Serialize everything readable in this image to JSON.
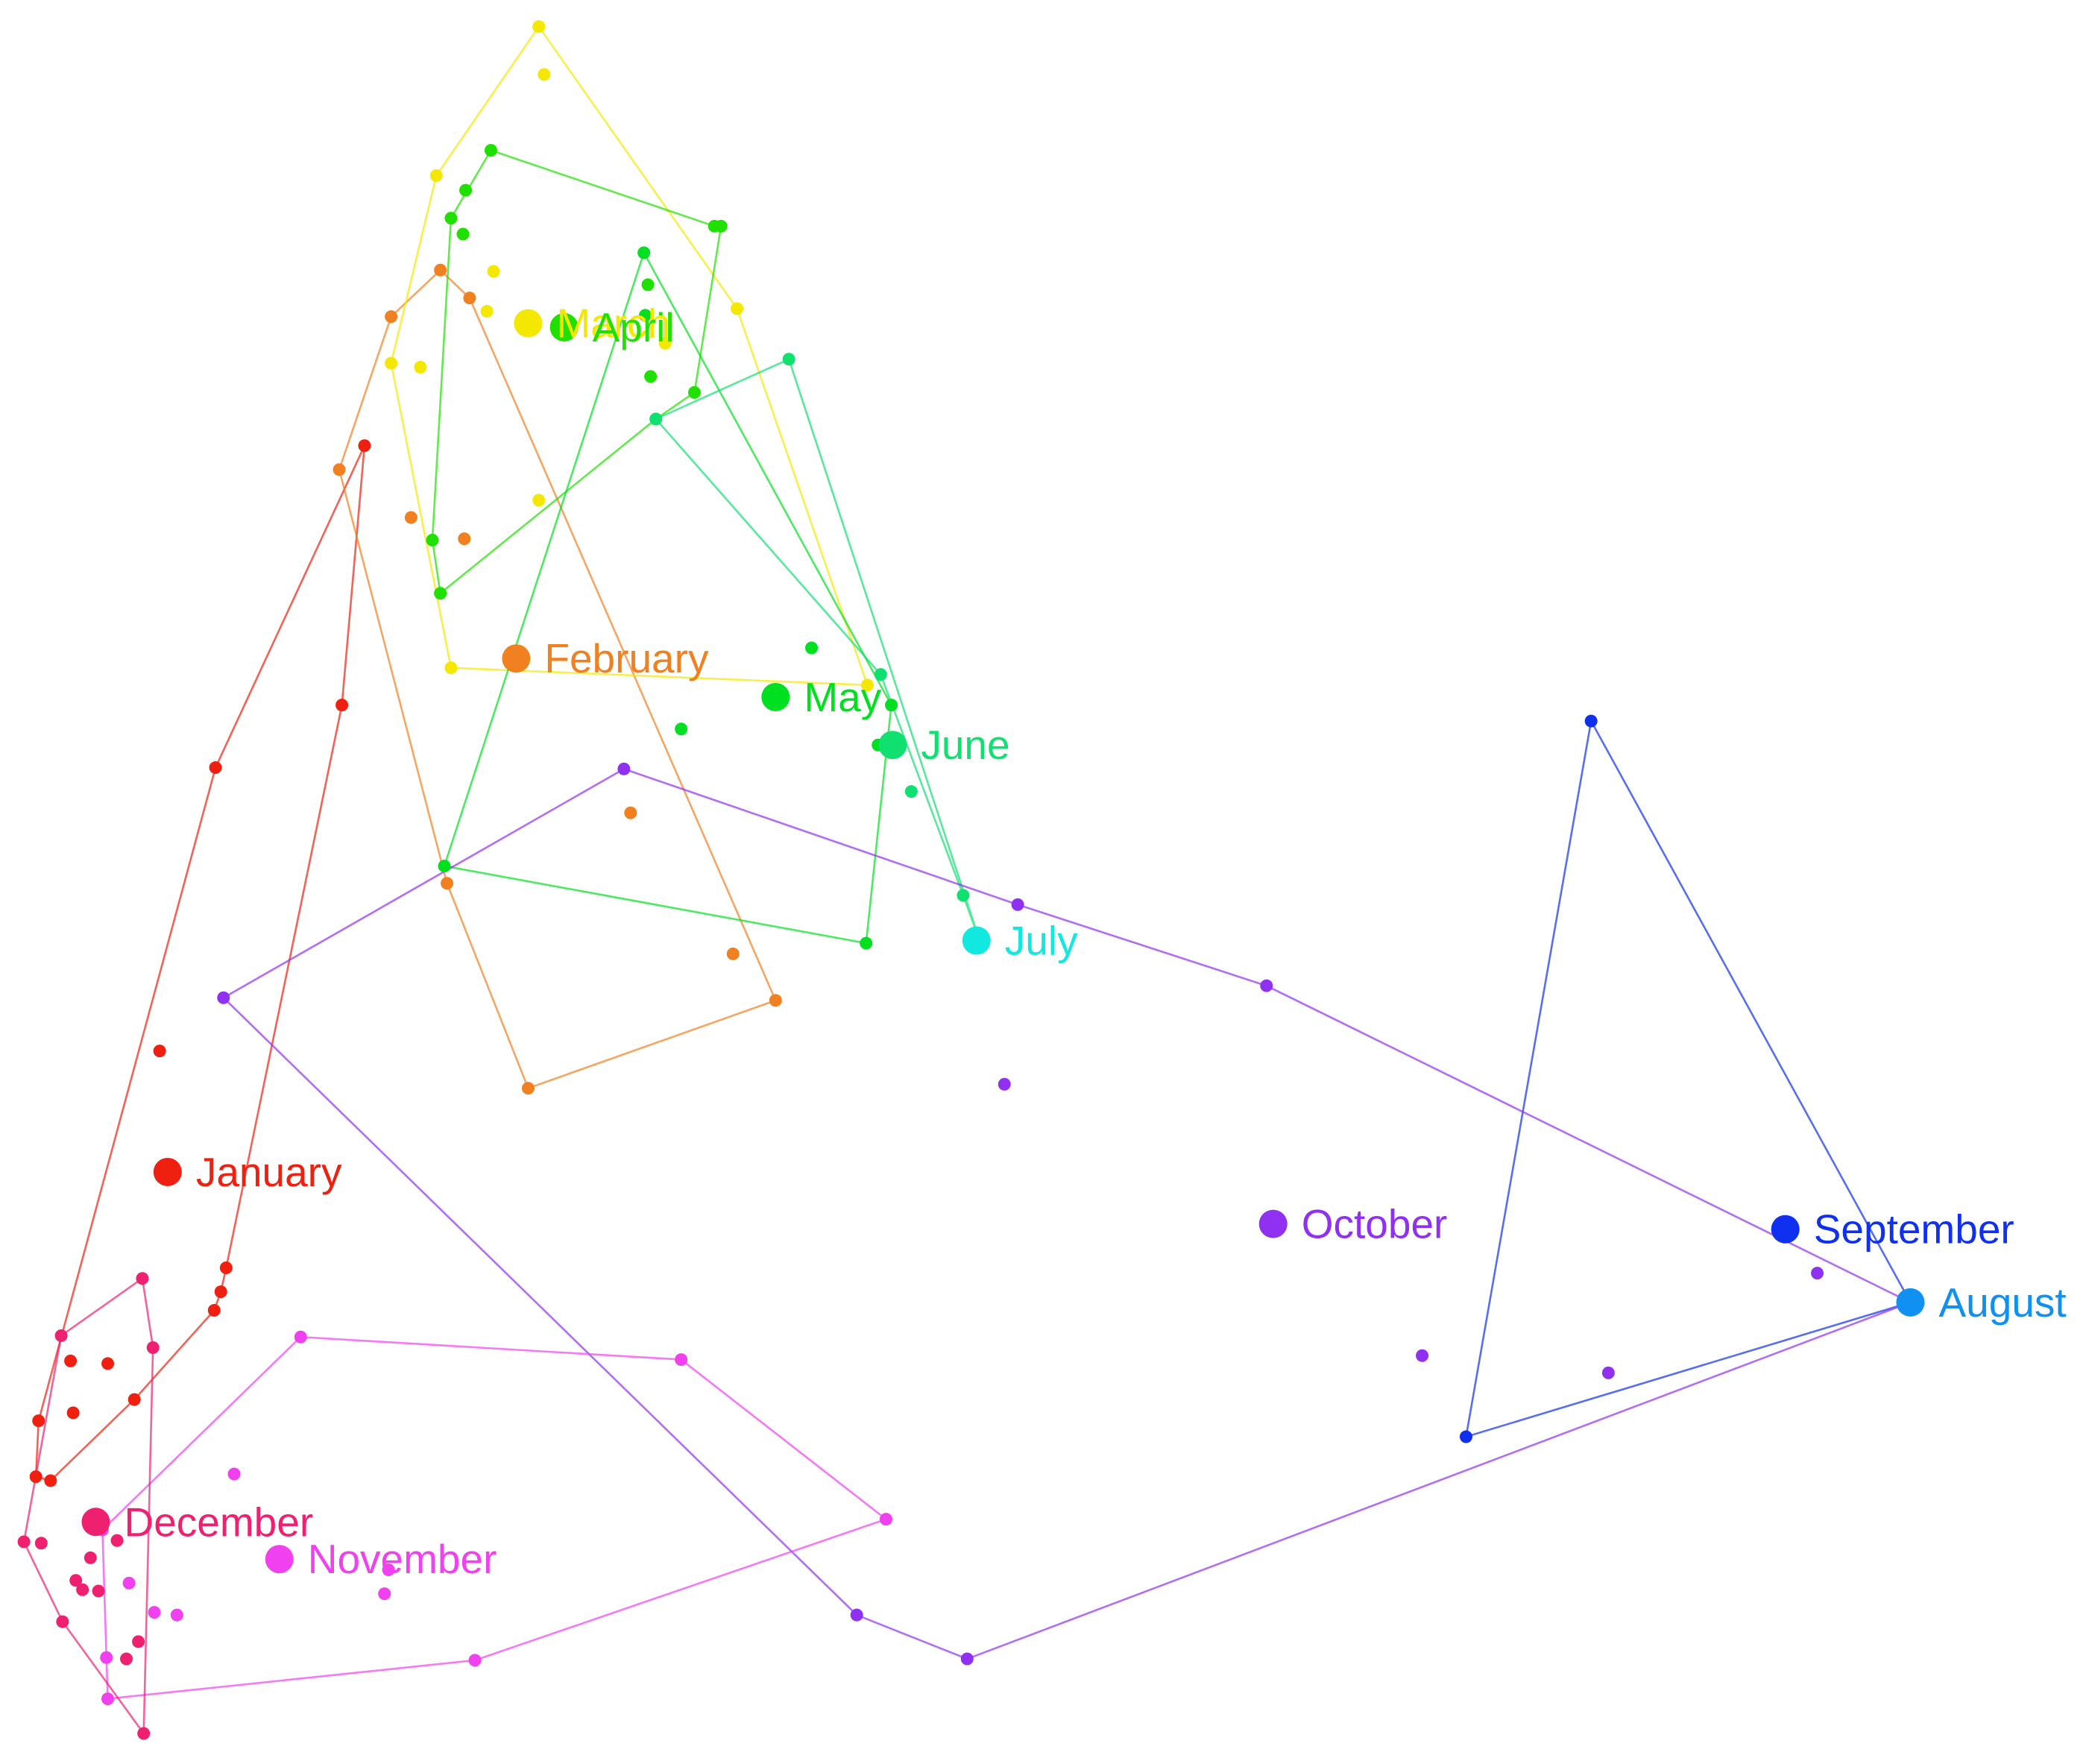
{
  "chart_data": {
    "type": "scatter",
    "title": "",
    "xlabel": "",
    "ylabel": "",
    "xlim": [
      0,
      1568
    ],
    "ylim": [
      0,
      1326
    ],
    "grid": false,
    "legend": "none",
    "series": [
      {
        "name": "January",
        "color": "#f02010",
        "center": [
          126,
          881
        ],
        "points": [
          [
            274,
            335
          ],
          [
            257,
            530
          ],
          [
            170,
            953
          ],
          [
            166,
            971
          ],
          [
            161,
            985
          ],
          [
            101,
            1052
          ],
          [
            38,
            1113
          ],
          [
            27,
            1110
          ],
          [
            29,
            1068
          ],
          [
            162,
            577
          ],
          [
            120,
            790
          ],
          [
            55,
            1062
          ],
          [
            53,
            1023
          ],
          [
            81,
            1025
          ]
        ],
        "hull": [
          [
            274,
            335
          ],
          [
            257,
            530
          ],
          [
            170,
            953
          ],
          [
            166,
            971
          ],
          [
            161,
            985
          ],
          [
            101,
            1052
          ],
          [
            38,
            1113
          ],
          [
            27,
            1110
          ],
          [
            29,
            1068
          ],
          [
            162,
            577
          ],
          [
            274,
            335
          ]
        ]
      },
      {
        "name": "February",
        "color": "#f08020",
        "center": [
          388,
          495
        ],
        "points": [
          [
            331,
            203
          ],
          [
            353,
            224
          ],
          [
            583,
            752
          ],
          [
            397,
            818
          ],
          [
            336,
            664
          ],
          [
            255,
            353
          ],
          [
            294,
            238
          ],
          [
            309,
            389
          ],
          [
            349,
            405
          ],
          [
            474,
            611
          ],
          [
            551,
            717
          ]
        ],
        "hull": [
          [
            331,
            203
          ],
          [
            353,
            224
          ],
          [
            583,
            752
          ],
          [
            397,
            818
          ],
          [
            336,
            664
          ],
          [
            255,
            353
          ],
          [
            294,
            238
          ],
          [
            331,
            203
          ]
        ]
      },
      {
        "name": "March",
        "color": "#f5e800",
        "center": [
          397,
          243
        ],
        "points": [
          [
            405,
            20
          ],
          [
            554,
            232
          ],
          [
            652,
            515
          ],
          [
            339,
            502
          ],
          [
            294,
            273
          ],
          [
            328,
            132
          ],
          [
            409,
            56
          ],
          [
            371,
            204
          ],
          [
            316,
            276
          ],
          [
            405,
            376
          ],
          [
            366,
            234
          ],
          [
            500,
            258
          ]
        ],
        "hull": [
          [
            405,
            20
          ],
          [
            554,
            232
          ],
          [
            652,
            515
          ],
          [
            339,
            502
          ],
          [
            294,
            273
          ],
          [
            328,
            132
          ],
          [
            405,
            20
          ]
        ]
      },
      {
        "name": "April",
        "color": "#20e000",
        "center": [
          424,
          246
        ],
        "points": [
          [
            369,
            113
          ],
          [
            537,
            170
          ],
          [
            542,
            170
          ],
          [
            522,
            295
          ],
          [
            493,
            315
          ],
          [
            331,
            446
          ],
          [
            325,
            406
          ],
          [
            339,
            164
          ],
          [
            350,
            143
          ],
          [
            348,
            176
          ],
          [
            487,
            214
          ],
          [
            489,
            283
          ]
        ],
        "hull": [
          [
            369,
            113
          ],
          [
            537,
            170
          ],
          [
            542,
            170
          ],
          [
            522,
            295
          ],
          [
            493,
            315
          ],
          [
            331,
            446
          ],
          [
            325,
            406
          ],
          [
            339,
            164
          ],
          [
            369,
            113
          ]
        ]
      },
      {
        "name": "May",
        "color": "#00e020",
        "center": [
          583,
          524
        ],
        "points": [
          [
            484,
            190
          ],
          [
            670,
            530
          ],
          [
            651,
            709
          ],
          [
            334,
            651
          ],
          [
            610,
            487
          ],
          [
            512,
            548
          ],
          [
            660,
            560
          ],
          [
            485,
            237
          ]
        ],
        "hull": [
          [
            484,
            190
          ],
          [
            670,
            530
          ],
          [
            651,
            709
          ],
          [
            334,
            651
          ],
          [
            484,
            190
          ]
        ]
      },
      {
        "name": "June",
        "color": "#10e070",
        "center": [
          671,
          560
        ],
        "points": [
          [
            593,
            270
          ],
          [
            736,
            706
          ],
          [
            724,
            673
          ],
          [
            662,
            507
          ],
          [
            493,
            315
          ],
          [
            685,
            595
          ]
        ],
        "hull": [
          [
            593,
            270
          ],
          [
            736,
            706
          ],
          [
            724,
            673
          ],
          [
            662,
            507
          ],
          [
            493,
            315
          ],
          [
            593,
            270
          ]
        ]
      },
      {
        "name": "July",
        "color": "#10e8e0",
        "center": [
          734,
          707
        ],
        "points": [],
        "hull": []
      },
      {
        "name": "August",
        "color": "#1090f0",
        "center": [
          1436,
          979
        ],
        "points": [],
        "hull": []
      },
      {
        "name": "September",
        "color": "#1030f0",
        "center": [
          1342,
          924
        ],
        "points": [
          [
            1196,
            542
          ],
          [
            1436,
            979
          ],
          [
            1102,
            1080
          ]
        ],
        "hull": [
          [
            1196,
            542
          ],
          [
            1436,
            979
          ],
          [
            1102,
            1080
          ],
          [
            1196,
            542
          ]
        ]
      },
      {
        "name": "October",
        "color": "#9030f0",
        "center": [
          957,
          920
        ],
        "points": [
          [
            469,
            578
          ],
          [
            765,
            680
          ],
          [
            952,
            741
          ],
          [
            1436,
            979
          ],
          [
            727,
            1247
          ],
          [
            644,
            1214
          ],
          [
            168,
            750
          ],
          [
            755,
            815
          ],
          [
            1069,
            1019
          ],
          [
            1209,
            1032
          ],
          [
            1366,
            957
          ]
        ],
        "hull": [
          [
            469,
            578
          ],
          [
            765,
            680
          ],
          [
            952,
            741
          ],
          [
            1436,
            979
          ],
          [
            727,
            1247
          ],
          [
            644,
            1214
          ],
          [
            168,
            750
          ],
          [
            469,
            578
          ]
        ]
      },
      {
        "name": "November",
        "color": "#f040f0",
        "center": [
          210,
          1172
        ],
        "points": [
          [
            226,
            1005
          ],
          [
            512,
            1022
          ],
          [
            666,
            1142
          ],
          [
            357,
            1248
          ],
          [
            81,
            1277
          ],
          [
            77,
            1150
          ],
          [
            176,
            1108
          ],
          [
            292,
            1180
          ],
          [
            289,
            1198
          ],
          [
            97,
            1190
          ],
          [
            116,
            1212
          ],
          [
            133,
            1214
          ],
          [
            80,
            1246
          ]
        ],
        "hull": [
          [
            226,
            1005
          ],
          [
            512,
            1022
          ],
          [
            666,
            1142
          ],
          [
            357,
            1248
          ],
          [
            81,
            1277
          ],
          [
            77,
            1150
          ],
          [
            226,
            1005
          ]
        ]
      },
      {
        "name": "December",
        "color": "#f02070",
        "center": [
          72,
          1144
        ],
        "points": [
          [
            107,
            961
          ],
          [
            115,
            1013
          ],
          [
            108,
            1303
          ],
          [
            47,
            1219
          ],
          [
            18,
            1159
          ],
          [
            46,
            1004
          ],
          [
            88,
            1158
          ],
          [
            31,
            1160
          ],
          [
            68,
            1171
          ],
          [
            57,
            1188
          ],
          [
            62,
            1195
          ],
          [
            74,
            1196
          ],
          [
            104,
            1234
          ],
          [
            95,
            1247
          ]
        ],
        "hull": [
          [
            107,
            961
          ],
          [
            115,
            1013
          ],
          [
            108,
            1303
          ],
          [
            47,
            1219
          ],
          [
            18,
            1159
          ],
          [
            46,
            1004
          ],
          [
            107,
            961
          ]
        ]
      }
    ]
  }
}
